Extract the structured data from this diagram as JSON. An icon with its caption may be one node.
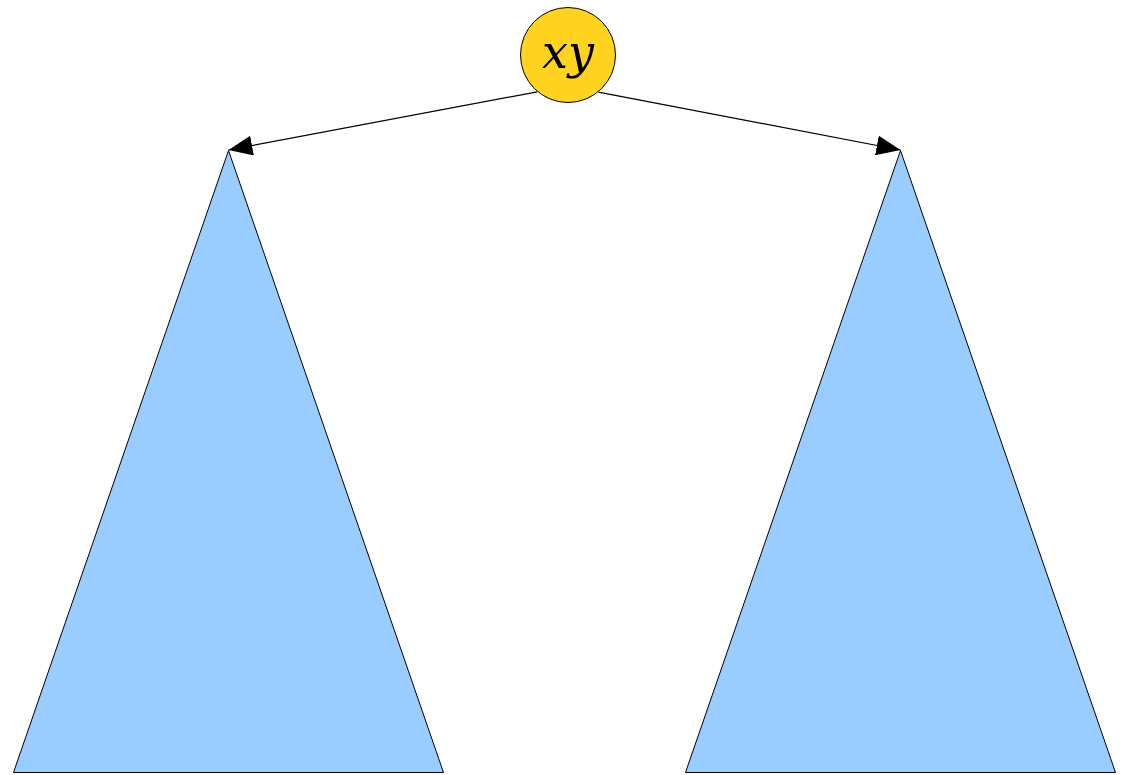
{
  "diagram": {
    "nodes": [
      {
        "text": [
          "xy"
        ]
      },
      {
        "text": [],
        "shape": "triangle"
      },
      {
        "text": [],
        "shape": "triangle"
      }
    ],
    "edges": [
      {
        "from": 0,
        "to": 1,
        "arrow": "to"
      },
      {
        "from": 0,
        "to": 2,
        "arrow": "to"
      }
    ]
  }
}
